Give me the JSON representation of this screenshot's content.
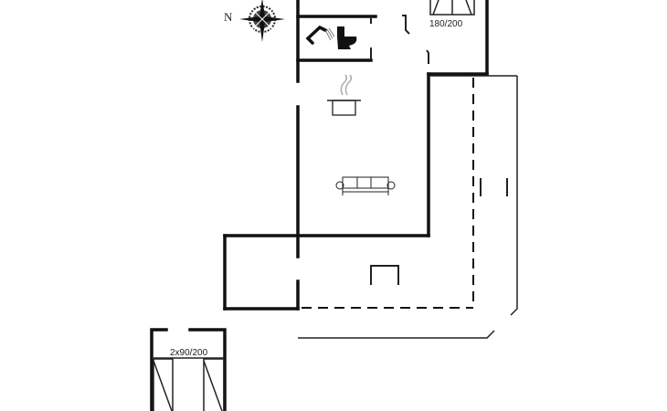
{
  "compass": {
    "north_label": "N"
  },
  "rooms": {
    "bedroom_main": {
      "bed_label": "180/200"
    },
    "bedroom_annex": {
      "bed_label": "2x90/200"
    }
  },
  "colors": {
    "wall": "#111111",
    "background": "#ffffff"
  }
}
